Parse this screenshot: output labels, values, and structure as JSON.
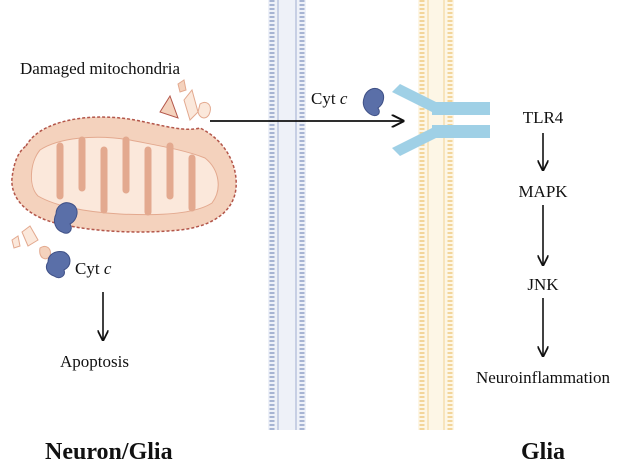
{
  "labels": {
    "damaged_mitochondria": "Damaged mitochondria",
    "cytc_left_prefix": "Cyt ",
    "cytc_left_italic": "c",
    "apoptosis": "Apoptosis",
    "cytc_top_prefix": "Cyt ",
    "cytc_top_italic": "c",
    "tlr4": "TLR4",
    "mapk": "MAPK",
    "jnk": "JNK",
    "neuroinflammation": "Neuroinflammation",
    "neuron_glia": "Neuron/Glia",
    "glia": "Glia"
  },
  "colors": {
    "mito_fill": "#f4d2bd",
    "mito_outline": "#b3564a",
    "cristae_fill": "#fbe8db",
    "cytc_protein": "#5a6fa8",
    "receptor": "#9fd0e6",
    "membrane_blue": "#a7b4d3",
    "membrane_yellow": "#f3d59a",
    "arrow": "#111111"
  },
  "icons": {
    "cytc_protein": "cytochrome-c-icon",
    "receptor": "tlr4-receptor-icon"
  }
}
